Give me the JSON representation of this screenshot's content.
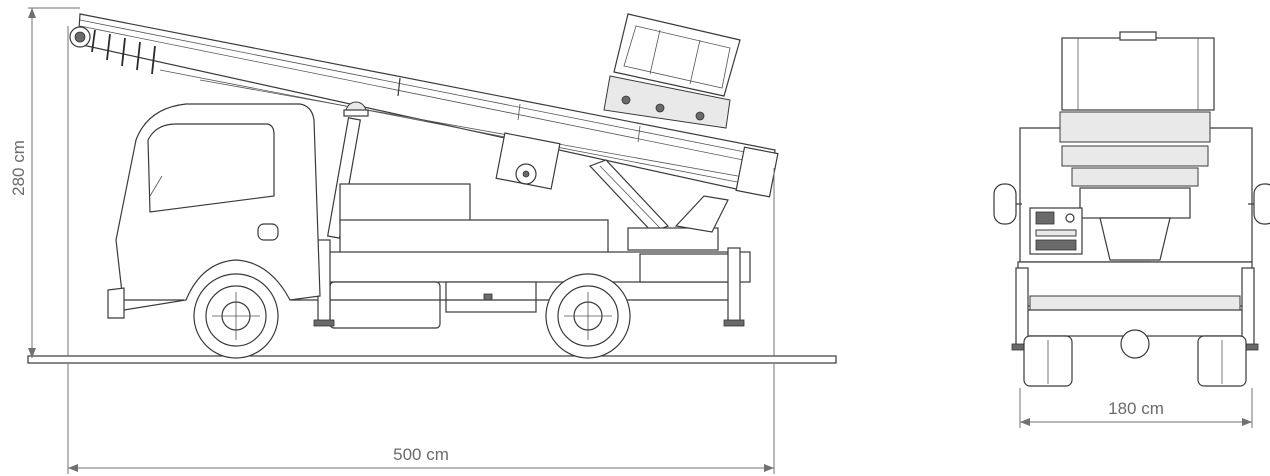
{
  "dimensions": {
    "height_label": "280 cm",
    "length_label": "500 cm",
    "width_label": "180 cm"
  }
}
